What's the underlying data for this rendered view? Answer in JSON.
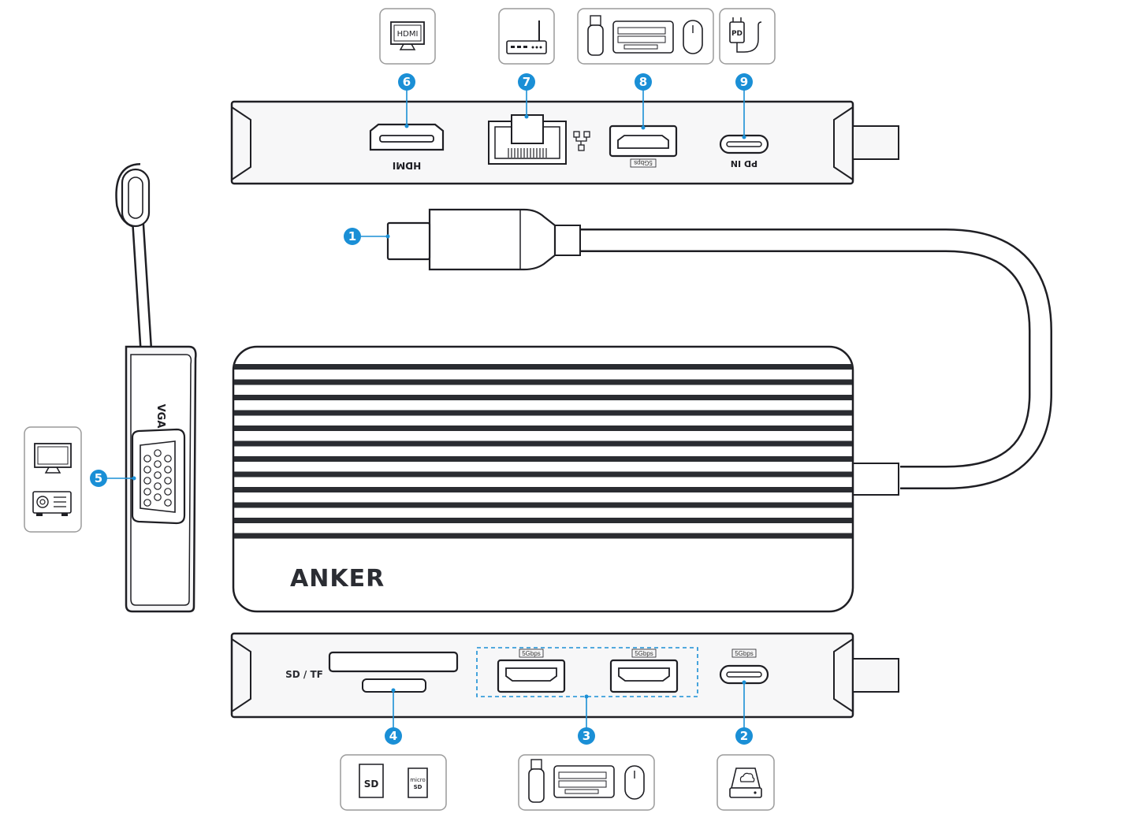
{
  "brand": {
    "logo_text": "ANKER"
  },
  "colors": {
    "accent": "#1a8fd6",
    "outline": "#1f1f24",
    "box_border": "#9a9a9a",
    "body_fill": "#f7f7f8"
  },
  "top_ports": {
    "hdmi": {
      "number": "6",
      "port_label": "HDMI",
      "icon_label": "HDMI"
    },
    "ethernet": {
      "number": "7"
    },
    "usb_a": {
      "number": "8",
      "speed": "5Gbps"
    },
    "pd_in": {
      "number": "9",
      "port_label": "PD IN",
      "icon_label": "PD"
    }
  },
  "cable": {
    "number": "1"
  },
  "vga": {
    "number": "5",
    "port_label": "VGA"
  },
  "bottom_ports": {
    "card_slot": {
      "number": "4",
      "port_label": "SD / TF",
      "icon_sd": "SD",
      "icon_micro": "micro",
      "icon_micro2": "SD"
    },
    "usb_a_pair": {
      "number": "3",
      "speed_left": "5Gbps",
      "speed_right": "5Gbps"
    },
    "usb_c": {
      "number": "2",
      "speed": "5Gbps"
    }
  }
}
